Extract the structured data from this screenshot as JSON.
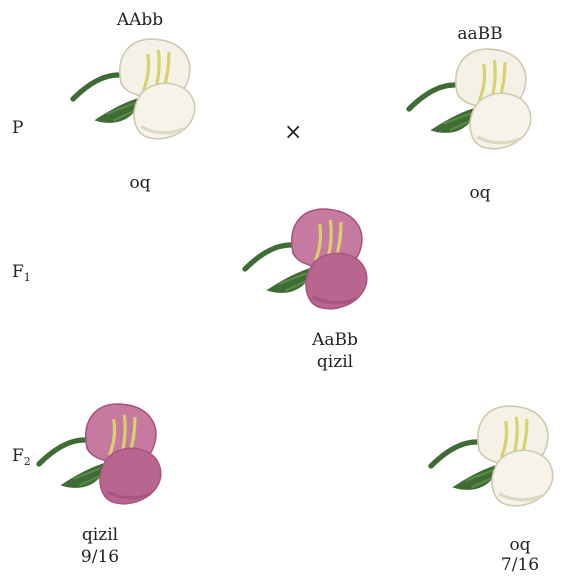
{
  "parents": {
    "left": {
      "genotype": "AAbb",
      "phenotype": "oq"
    },
    "right": {
      "genotype": "aaBB",
      "phenotype": "oq"
    },
    "cross_symbol": "×"
  },
  "generations": {
    "p": "P",
    "f1": {
      "letter": "F",
      "sub": "1"
    },
    "f2": {
      "letter": "F",
      "sub": "2"
    }
  },
  "f1_offspring": {
    "genotype": "AaBb",
    "phenotype": "qizil"
  },
  "f2_offspring": {
    "red": {
      "phenotype": "qizil",
      "ratio": "9/16"
    },
    "white": {
      "phenotype": "oq",
      "ratio": "7/16"
    }
  },
  "colors": {
    "white_petal": "#f4f1e6",
    "white_shade": "#ddd8c0",
    "red_petal": "#c77aa0",
    "red_shade": "#a85580",
    "stem": "#3f6b35",
    "stripe": "#d8d26a"
  }
}
